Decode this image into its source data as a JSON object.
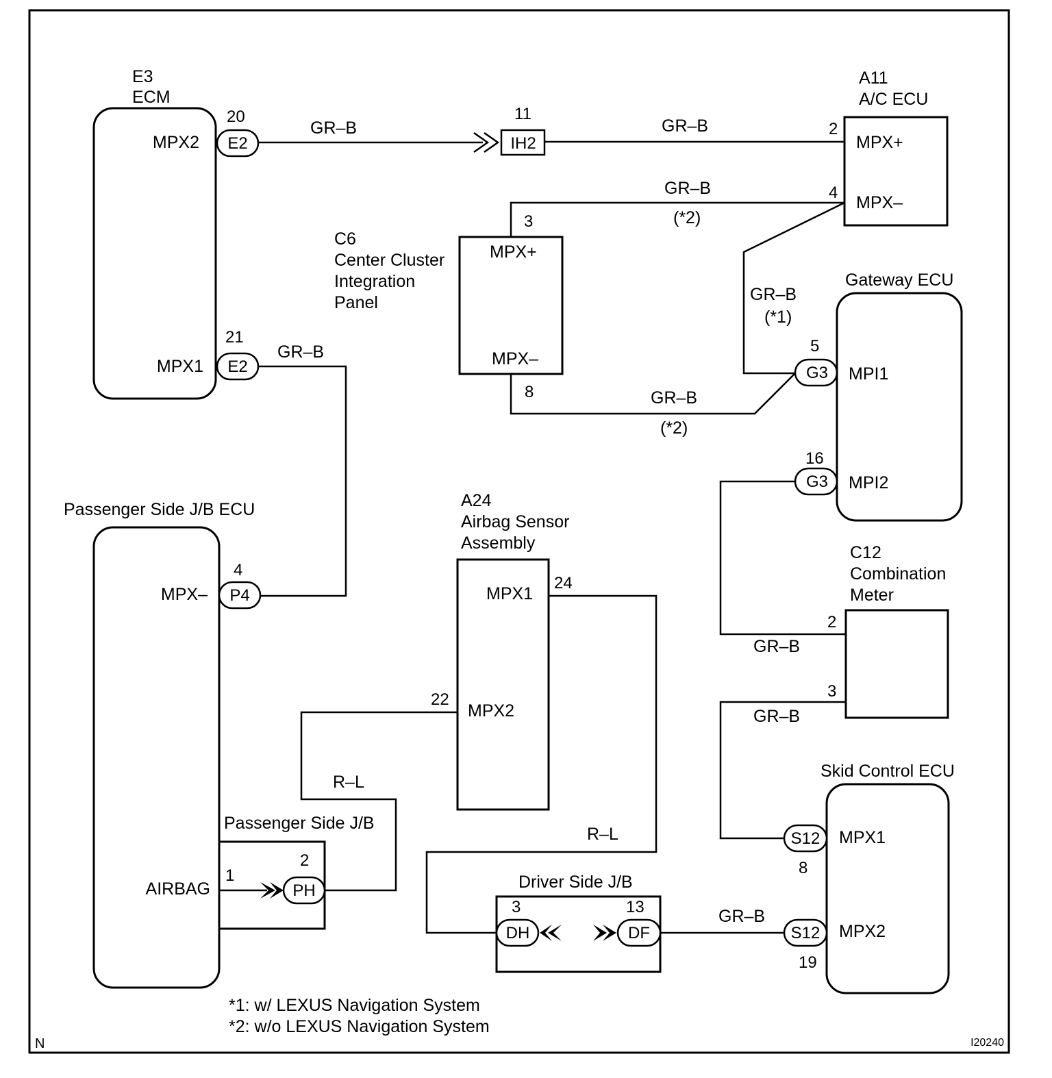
{
  "components": {
    "ecm": {
      "code": "E3",
      "name": "ECM",
      "terminal_mpx2": "MPX2",
      "terminal_mpx1": "MPX1"
    },
    "ac_ecu": {
      "code": "A11",
      "name": "A/C ECU",
      "terminal_mpx_plus": "MPX+",
      "terminal_mpx_minus": "MPX–"
    },
    "center_cluster": {
      "code": "C6",
      "name_line1": "Center Cluster",
      "name_line2": "Integration",
      "name_line3": "Panel",
      "terminal_mpx_plus": "MPX+",
      "terminal_mpx_minus": "MPX–"
    },
    "gateway_ecu": {
      "name": "Gateway ECU",
      "terminal_mpi1": "MPI1",
      "terminal_mpi2": "MPI2"
    },
    "passenger_jb_ecu": {
      "name": "Passenger Side J/B ECU",
      "terminal_mpx_minus": "MPX–",
      "terminal_airbag": "AIRBAG"
    },
    "passenger_jb": {
      "name": "Passenger Side J/B"
    },
    "airbag_sensor": {
      "code": "A24",
      "name_line1": "Airbag Sensor",
      "name_line2": "Assembly",
      "terminal_mpx1": "MPX1",
      "terminal_mpx2": "MPX2"
    },
    "combination_meter": {
      "code": "C12",
      "name_line1": "Combination",
      "name_line2": "Meter"
    },
    "skid_control_ecu": {
      "name": "Skid Control ECU",
      "terminal_mpx1": "MPX1",
      "terminal_mpx2": "MPX2"
    },
    "driver_jb": {
      "name": "Driver Side J/B"
    }
  },
  "connectors": {
    "e2_top": "E2",
    "e2_bottom": "E2",
    "ih2": "IH2",
    "g3_top": "G3",
    "g3_bottom": "G3",
    "p4": "P4",
    "ph": "PH",
    "dh": "DH",
    "df": "DF",
    "s12_top": "S12",
    "s12_bottom": "S12"
  },
  "pins": {
    "ecm_mpx2": "20",
    "ecm_mpx1": "21",
    "ih2": "11",
    "ac_mpx_plus": "2",
    "ac_mpx_minus": "4",
    "cc_mpx_plus": "3",
    "cc_mpx_minus": "8",
    "gw_mpi1": "5",
    "gw_mpi2": "16",
    "pjb_mpx": "4",
    "pjb_airbag": "1",
    "ph": "2",
    "ab_mpx1": "24",
    "ab_mpx2": "22",
    "cm_2": "2",
    "cm_3": "3",
    "sk_mpx1": "8",
    "sk_mpx2": "19",
    "dh": "3",
    "df": "13"
  },
  "wires": {
    "w1": "GR–B",
    "w2": "GR–B",
    "w3": "GR–B",
    "w3_note": "(*2)",
    "w4": "GR–B",
    "w4_note": "(*1)",
    "w5": "GR–B",
    "w5_note": "(*2)",
    "w6": "GR–B",
    "w7": "GR–B",
    "w8": "GR–B",
    "w9": "R–L",
    "w10": "R–L",
    "w11": "GR–B"
  },
  "notes": {
    "note1": "*1: w/ LEXUS Navigation System",
    "note2": "*2: w/o LEXUS Navigation System"
  },
  "corner_left": "N",
  "figure_id": "I20240"
}
